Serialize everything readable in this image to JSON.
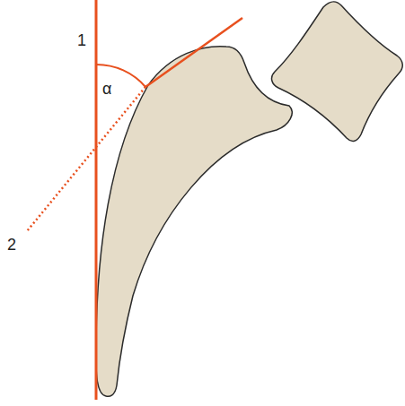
{
  "diagram": {
    "labels": [
      "1",
      "2",
      "α"
    ]
  }
}
